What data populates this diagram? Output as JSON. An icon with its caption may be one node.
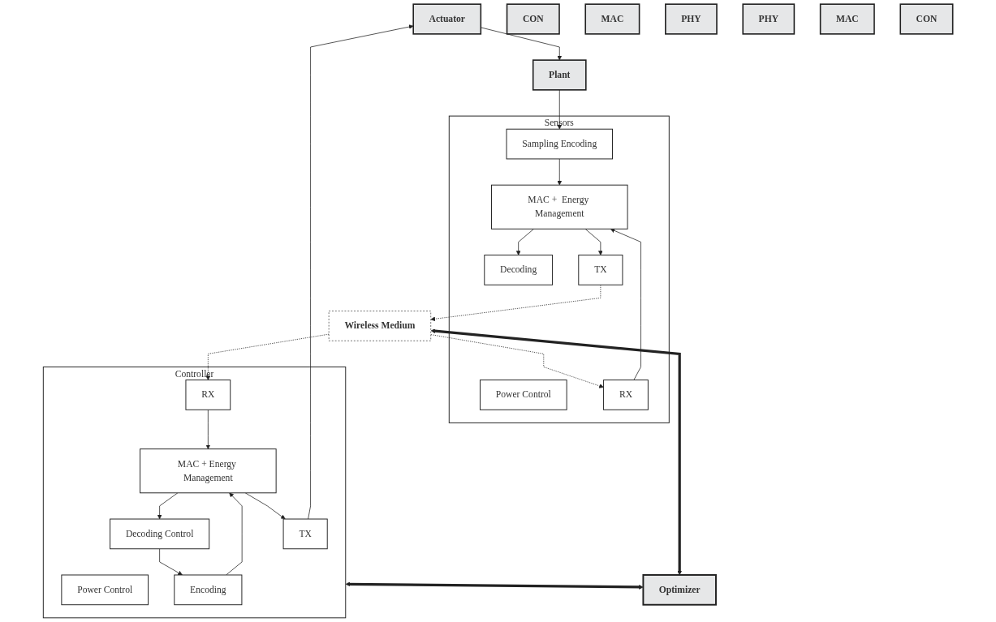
{
  "diagram": {
    "nodes": [
      {
        "text": [
          "Actuator"
        ]
      },
      {
        "text": [
          "Plant"
        ]
      },
      {
        "text": [
          "Sensors"
        ]
      },
      {
        "text": [
          "Sampling Encoding"
        ],
        "in": 2
      },
      {
        "text": [
          "Decoding"
        ],
        "in": 2
      },
      {
        "text": [
          "MAC +  Energy Management"
        ],
        "in": 2
      },
      {
        "text": [
          "TX"
        ],
        "in": 2
      },
      {
        "text": [
          "Power Control"
        ],
        "in": 2
      },
      {
        "text": [
          "RX"
        ],
        "in": 2
      },
      {
        "text": [
          "CON"
        ]
      },
      {
        "text": [
          "MAC"
        ]
      },
      {
        "text": [
          "PHY"
        ]
      },
      {
        "text": [
          "Controller"
        ]
      },
      {
        "text": [
          "TX"
        ],
        "in": 12
      },
      {
        "text": [
          "Power Control"
        ],
        "in": 12
      },
      {
        "text": [
          "RX"
        ],
        "in": 12
      },
      {
        "text": [
          "MAC + Energy Management"
        ],
        "in": 12
      },
      {
        "text": [
          "Encoding"
        ],
        "in": 12
      },
      {
        "text": [
          "Decoding Control"
        ],
        "in": 12
      },
      {
        "text": [
          "Wireless Medium"
        ]
      },
      {
        "text": [
          "Optimizer"
        ]
      },
      {
        "text": [
          "PHY"
        ]
      },
      {
        "text": [
          "MAC"
        ]
      },
      {
        "text": [
          "CON"
        ]
      }
    ],
    "edges": [
      {
        "from": 0,
        "to": 1,
        "arrow": "to"
      },
      {
        "from": 1,
        "to": 3,
        "arrow": "to"
      },
      {
        "from": 3,
        "to": 5,
        "arrow": "to"
      },
      {
        "from": 5,
        "to": 4,
        "arrow": "to"
      },
      {
        "from": 5,
        "to": 6,
        "arrow": "to"
      },
      {
        "from": 8,
        "to": 5,
        "arrow": "to"
      },
      {
        "from": 6,
        "to": 19,
        "arrow": "to",
        "style": "dashed"
      },
      {
        "from": 19,
        "to": 8,
        "arrow": "to",
        "style": "dashed"
      },
      {
        "from": 19,
        "to": 15,
        "arrow": "to",
        "style": "dashed"
      },
      {
        "from": 15,
        "to": 16,
        "arrow": "to"
      },
      {
        "from": 16,
        "to": 18,
        "arrow": "to"
      },
      {
        "from": 18,
        "to": 17,
        "arrow": "to"
      },
      {
        "from": 17,
        "to": 16,
        "arrow": "to"
      },
      {
        "from": 16,
        "to": 13,
        "arrow": "to"
      },
      {
        "from": 13,
        "to": 0,
        "arrow": "to"
      },
      {
        "from": 19,
        "to": 20,
        "arrow": "both",
        "style": "thick"
      },
      {
        "from": 12,
        "to": 20,
        "arrow": "both",
        "style": "thick"
      }
    ]
  }
}
